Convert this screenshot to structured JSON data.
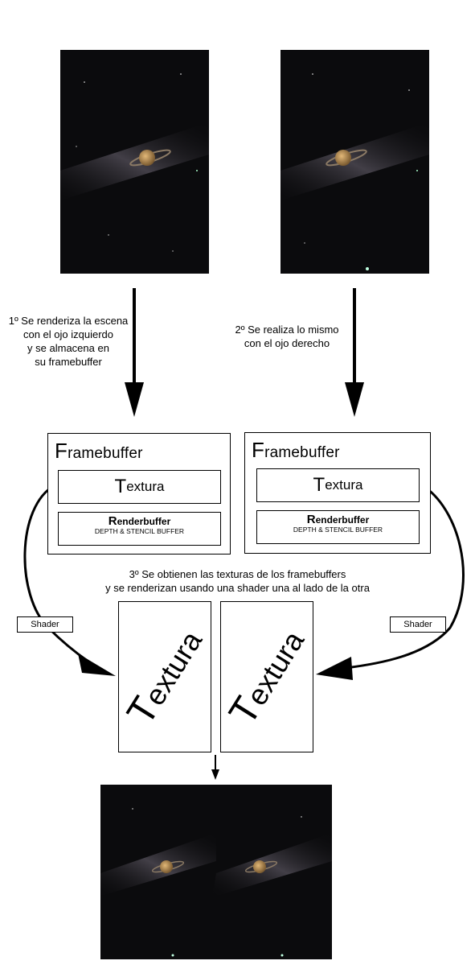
{
  "step1": {
    "line1": "1º Se renderiza la escena",
    "line2": "con el ojo izquierdo",
    "line3": "y se almacena en",
    "line4": "su framebuffer"
  },
  "step2": {
    "line1": "2º Se realiza lo mismo",
    "line2": "con el ojo derecho"
  },
  "step3": {
    "line1": "3º Se obtienen las texturas de los framebuffers",
    "line2": "y se renderizan usando una shader una al lado de la otra"
  },
  "framebuffer_left": {
    "title_initial": "F",
    "title_rest": "ramebuffer",
    "texture_initial": "T",
    "texture_rest": "extura",
    "renderbuffer_initial": "R",
    "renderbuffer_rest": "enderbuffer",
    "renderbuffer_sub": "DEPTH & STENCIL BUFFER"
  },
  "framebuffer_right": {
    "title_initial": "F",
    "title_rest": "ramebuffer",
    "texture_initial": "T",
    "texture_rest": "extura",
    "renderbuffer_initial": "R",
    "renderbuffer_rest": "enderbuffer",
    "renderbuffer_sub": "DEPTH & STENCIL BUFFER"
  },
  "shader_left": "Shader",
  "shader_right": "Shader",
  "output_left": {
    "initial": "T",
    "rest": "extura"
  },
  "output_right": {
    "initial": "T",
    "rest": "extura"
  },
  "colors": {
    "space": "#0b0b0d",
    "milky_way": "#5a5560",
    "planet": "#b8905a",
    "line": "#000000"
  }
}
